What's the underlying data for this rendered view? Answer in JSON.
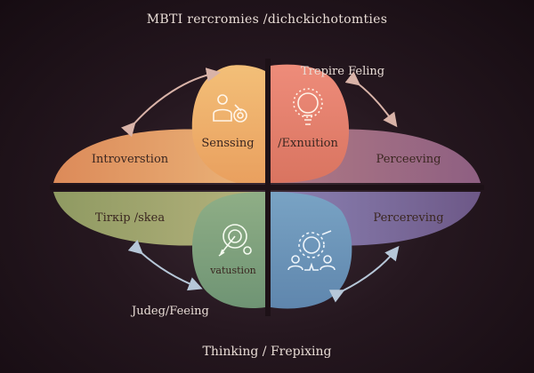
{
  "title": "MBTI rercromies /dichckichotomties",
  "bottom_caption": "Thinking / Frepixing",
  "top_right_caption": "Trepire Feling",
  "bottom_left_caption": "Judeg/Feeing",
  "segments": {
    "left_top": "Introverstion",
    "right_top": "Perceeving",
    "left_bottom": "Tirкip /skea",
    "right_bottom": "Percereving",
    "center_tl": "Senssing",
    "center_tr": "/Exnuition",
    "center_bl": "vatustion"
  },
  "icons": {
    "center_tl": "people-target-icon",
    "center_tr": "lightbulb-icon",
    "center_bl": "target-arrow-icon",
    "center_br": "team-chart-icon"
  },
  "colors": {
    "orange": "#e8a468",
    "coral": "#e17a6c",
    "olive": "#a8ad70",
    "blue": "#6f8fb5",
    "mauve": "#9a6a8c"
  }
}
